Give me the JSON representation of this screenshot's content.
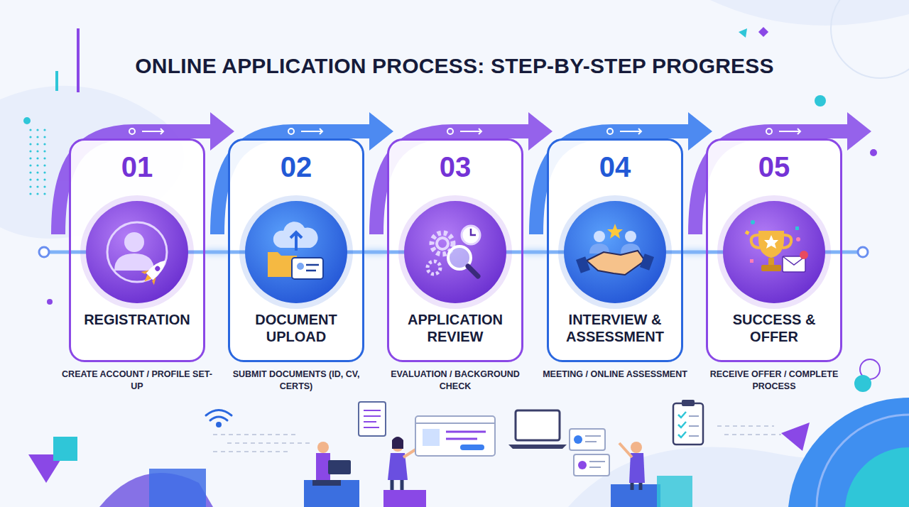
{
  "diagram": {
    "title": "ONLINE APPLICATION PROCESS: STEP-BY-STEP PROGRESS",
    "nodes": [
      {
        "text": [
          "01",
          "REGISTRATION",
          "CREATE ACCOUNT / PROFILE SET-UP"
        ]
      },
      {
        "text": [
          "02",
          "DOCUMENT UPLOAD",
          "SUBMIT DOCUMENTS (ID, CV, CERTS)"
        ]
      },
      {
        "text": [
          "03",
          "APPLICATION REVIEW",
          "EVALUATION / BACKGROUND CHECK"
        ]
      },
      {
        "text": [
          "04",
          "INTERVIEW & ASSESSMENT",
          "MEETING / ONLINE ASSESSMENT"
        ]
      },
      {
        "text": [
          "05",
          "SUCCESS & OFFER",
          "RECEIVE OFFER / COMPLETE PROCESS"
        ]
      }
    ],
    "edges": [
      {
        "from": 0,
        "to": 1,
        "arrow": "none"
      },
      {
        "from": 1,
        "to": 2,
        "arrow": "none"
      },
      {
        "from": 2,
        "to": 3,
        "arrow": "none"
      },
      {
        "from": 3,
        "to": 4,
        "arrow": "none"
      }
    ]
  }
}
